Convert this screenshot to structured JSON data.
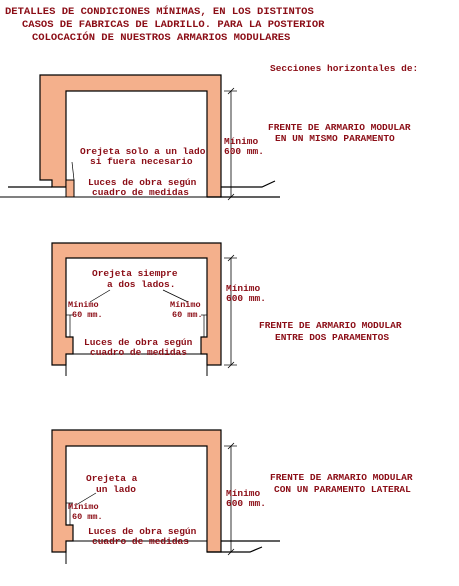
{
  "title": {
    "line1": "DETALLES DE CONDICIONES MÍNIMAS, EN LOS DISTINTOS",
    "line2": "CASOS DE FABRICAS DE LADRILLO. PARA LA POSTERIOR",
    "line3": "COLOCACIÓN DE NUESTROS ARMARIOS MODULARES"
  },
  "subtitle": "Secciones horizontales de:",
  "colors": {
    "text": "#8b0d16",
    "wall": "#f4b08c",
    "wall_edge": "#000000",
    "dim_line": "#000000"
  },
  "sections": [
    {
      "heading_line1": "FRENTE DE ARMARIO MODULAR",
      "heading_line2": "EN UN MISMO PARAMENTO",
      "note_line1": "Orejeta solo a un lado",
      "note_line2": "si fuera necesario",
      "luces_line1": "Luces de obra según",
      "luces_line2": "cuadro de medidas",
      "dim_line1": "Mínimo",
      "dim_line2": "600 mm."
    },
    {
      "heading_line1": "FRENTE DE ARMARIO MODULAR",
      "heading_line2": "ENTRE DOS PARAMENTOS",
      "note_line1": "Orejeta siempre",
      "note_line2": "a dos lados.",
      "left_min_line1": "Mínimo",
      "left_min_line2": "60 mm.",
      "right_min_line1": "Mínimo",
      "right_min_line2": "60 mm.",
      "luces_line1": "Luces de obra según",
      "luces_line2": "cuadro de medidas",
      "dim_line1": "Mínimo",
      "dim_line2": "600 mm."
    },
    {
      "heading_line1": "FRENTE DE ARMARIO MODULAR",
      "heading_line2": "CON UN PARAMENTO LATERAL",
      "note_line1": "Orejeta a",
      "note_line2": "un lado",
      "left_min_line1": "Mínimo",
      "left_min_line2": "60 mm.",
      "luces_line1": "Luces de obra según",
      "luces_line2": "cuadro de medidas",
      "dim_line1": "Mínimo",
      "dim_line2": "600 mm."
    }
  ]
}
